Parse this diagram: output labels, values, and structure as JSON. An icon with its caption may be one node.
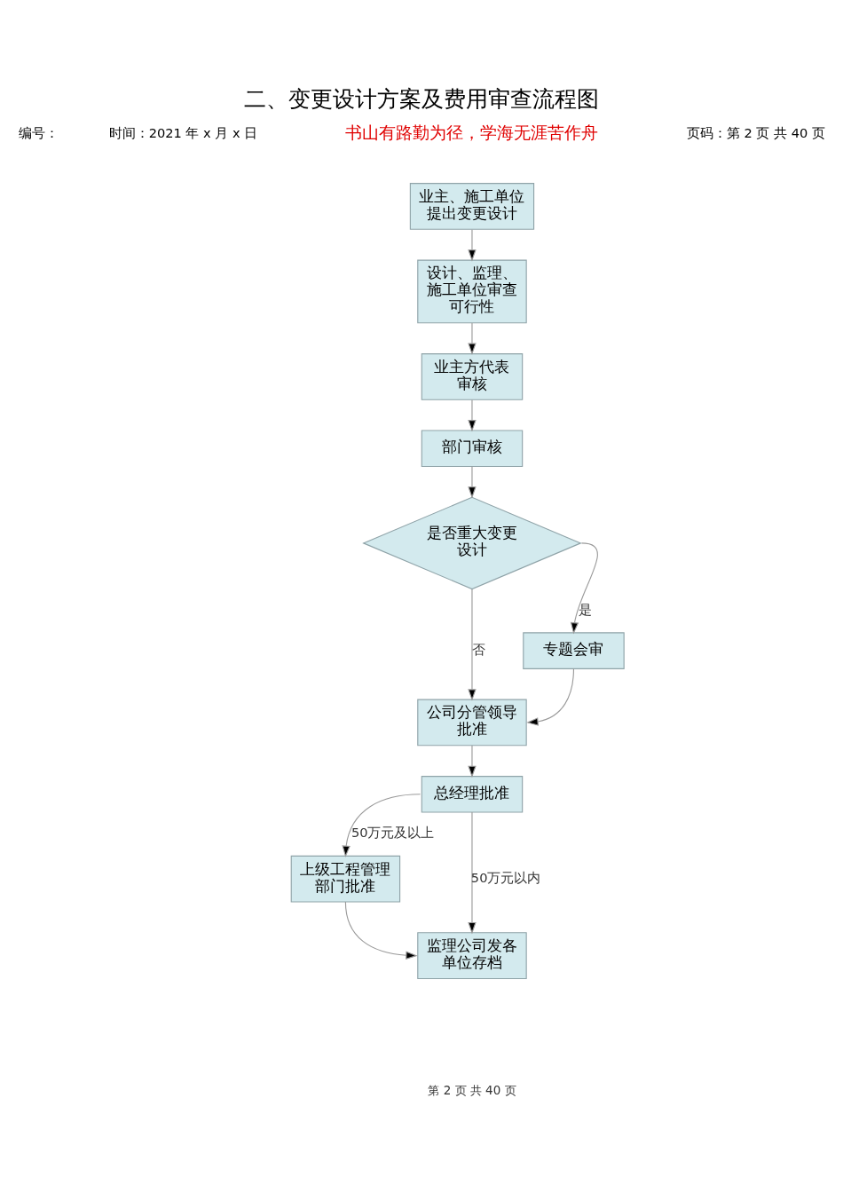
{
  "diagram": {
    "title": "二、变更设计方案及费用审查流程图",
    "nodes": [
      {
        "text": [
          "业主、施工单位提出变更设计"
        ]
      },
      {
        "text": [
          "设计、监理、施工单位审查可行性"
        ]
      },
      {
        "text": [
          "业主方代表审核"
        ]
      },
      {
        "text": [
          "部门审核"
        ]
      },
      {
        "text": [
          "是否重大变更设计"
        ]
      },
      {
        "text": [
          "专题会审"
        ]
      },
      {
        "text": [
          "公司分管领导批准"
        ]
      },
      {
        "text": [
          "总经理批准"
        ]
      },
      {
        "text": [
          "上级工程管理部门批准"
        ]
      },
      {
        "text": [
          "监理公司发各单位存档"
        ]
      }
    ],
    "edges": [
      {
        "from": 0,
        "to": 1,
        "arrow": "to"
      },
      {
        "from": 1,
        "to": 2,
        "arrow": "to"
      },
      {
        "from": 2,
        "to": 3,
        "arrow": "to"
      },
      {
        "from": 3,
        "to": 4,
        "arrow": "to"
      },
      {
        "from": 4,
        "to": 5,
        "arrow": "to",
        "label": "是"
      },
      {
        "from": 4,
        "to": 6,
        "arrow": "to",
        "label": "否"
      },
      {
        "from": 5,
        "to": 6,
        "arrow": "to"
      },
      {
        "from": 6,
        "to": 7,
        "arrow": "to"
      },
      {
        "from": 7,
        "to": 8,
        "arrow": "to",
        "label": "50万元及以上"
      },
      {
        "from": 7,
        "to": 9,
        "arrow": "to",
        "label": "50万元以内"
      },
      {
        "from": 8,
        "to": 9,
        "arrow": "to"
      }
    ],
    "labels": [
      "编号：",
      "时间：2021 年 x 月 x 日",
      "书山有路勤为径，学海无涯苦作舟",
      "页码：第 2 页 共 40 页",
      "第 2 页 共 40 页"
    ]
  }
}
